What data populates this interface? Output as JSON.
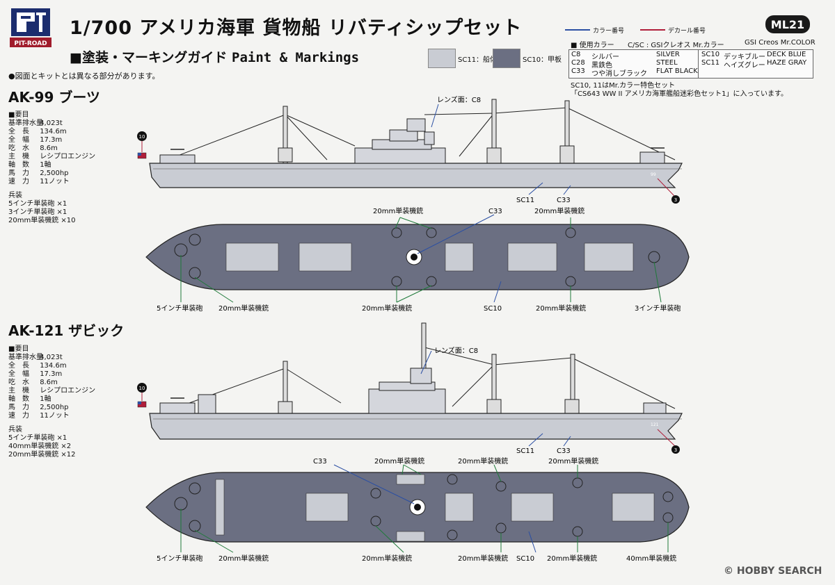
{
  "brand": {
    "name": "PIT-ROAD"
  },
  "header": {
    "title": "1/700 アメリカ海軍 貨物船 リバティシップセット",
    "subtitle_jp": "■塗装・マーキングガイド",
    "subtitle_en": "Paint & Markings",
    "code": "ML21",
    "note": "●図面とキットとは異なる部分があります。"
  },
  "legend": {
    "color_number": "カラー番号",
    "decal_number": "デカール番号",
    "color_line": "#2b4fa3",
    "decal_line": "#b01e3a"
  },
  "swatches": [
    {
      "label": "SC11：船体",
      "color": "#c9ccd3"
    },
    {
      "label": "SC10：甲板",
      "color": "#6b6f82"
    }
  ],
  "paints": {
    "heading": "■ 使用カラー",
    "brand_jp": "C/SC : GSIクレオス Mr.カラー",
    "brand_en": "GSI Creos Mr.COLOR",
    "items": [
      {
        "code": "C8",
        "jp": "シルバー",
        "en": "SILVER"
      },
      {
        "code": "C28",
        "jp": "黒鉄色",
        "en": "STEEL"
      },
      {
        "code": "C33",
        "jp": "つや消しブラック",
        "en": "FLAT BLACK"
      },
      {
        "code": "SC10",
        "jp": "デッキブルー",
        "en": "DECK BLUE"
      },
      {
        "code": "SC11",
        "jp": "ヘイズグレー",
        "en": "HAZE GRAY"
      }
    ],
    "note1": "SC10, 11はMr.カラー特色セット",
    "note2": "「CS643 WW II アメリカ海軍艦船迷彩色セット1」に入っています。"
  },
  "ships": [
    {
      "name": "AK-99 ブーツ",
      "spec_heading": "■要目",
      "specs": [
        {
          "k": "基準排水量",
          "v": "4,023t"
        },
        {
          "k": "全　長",
          "v": "134.6m"
        },
        {
          "k": "全　幅",
          "v": "17.3m"
        },
        {
          "k": "吃　水",
          "v": "8.6m"
        },
        {
          "k": "主　機",
          "v": "レシプロエンジン"
        },
        {
          "k": "軸　数",
          "v": "1軸"
        },
        {
          "k": "馬　力",
          "v": "2,500hp"
        },
        {
          "k": "速　力",
          "v": "11ノット"
        }
      ],
      "arms_heading": "兵装",
      "arms": [
        "5インチ単装砲 ×1",
        "3インチ単装砲 ×1",
        "20mm単装機銃 ×10"
      ],
      "hull_number": "99",
      "side_callouts": {
        "lens": "レンズ面：C8",
        "sc11": "SC11",
        "c33": "C33",
        "decal_flag": "10",
        "decal_hull": "3"
      },
      "top_callouts": {
        "top1": "20mm単装機銃",
        "top2": "C33",
        "top3": "20mm単装機銃",
        "bot1": "5インチ単装砲",
        "bot2": "20mm単装機銃",
        "bot3": "20mm単装機銃",
        "bot4": "SC10",
        "bot5": "20mm単装機銃",
        "bot6": "3インチ単装砲"
      }
    },
    {
      "name": "AK-121 ザビック",
      "spec_heading": "■要目",
      "specs": [
        {
          "k": "基準排水量",
          "v": "4,023t"
        },
        {
          "k": "全　長",
          "v": "134.6m"
        },
        {
          "k": "全　幅",
          "v": "17.3m"
        },
        {
          "k": "吃　水",
          "v": "8.6m"
        },
        {
          "k": "主　機",
          "v": "レシプロエンジン"
        },
        {
          "k": "軸　数",
          "v": "1軸"
        },
        {
          "k": "馬　力",
          "v": "2,500hp"
        },
        {
          "k": "速　力",
          "v": "11ノット"
        }
      ],
      "arms_heading": "兵装",
      "arms": [
        "5インチ単装砲 ×1",
        "40mm単装機銃 ×2",
        "20mm単装機銃 ×12"
      ],
      "hull_number": "121",
      "side_callouts": {
        "lens": "レンズ面：C8",
        "sc11": "SC11",
        "c33": "C33",
        "decal_flag": "10",
        "decal_hull": "3"
      },
      "top_callouts": {
        "top0": "C33",
        "top1": "20mm単装機銃",
        "top2": "20mm単装機銃",
        "top3": "20mm単装機銃",
        "bot1": "5インチ単装砲",
        "bot2": "20mm単装機銃",
        "bot3": "20mm単装機銃",
        "bot4": "20mm単装機銃",
        "bot5": "SC10",
        "bot6": "20mm単装機銃",
        "bot7": "40mm単装機銃"
      }
    }
  ],
  "watermark": "HOBBY SEARCH",
  "copyright": "©"
}
